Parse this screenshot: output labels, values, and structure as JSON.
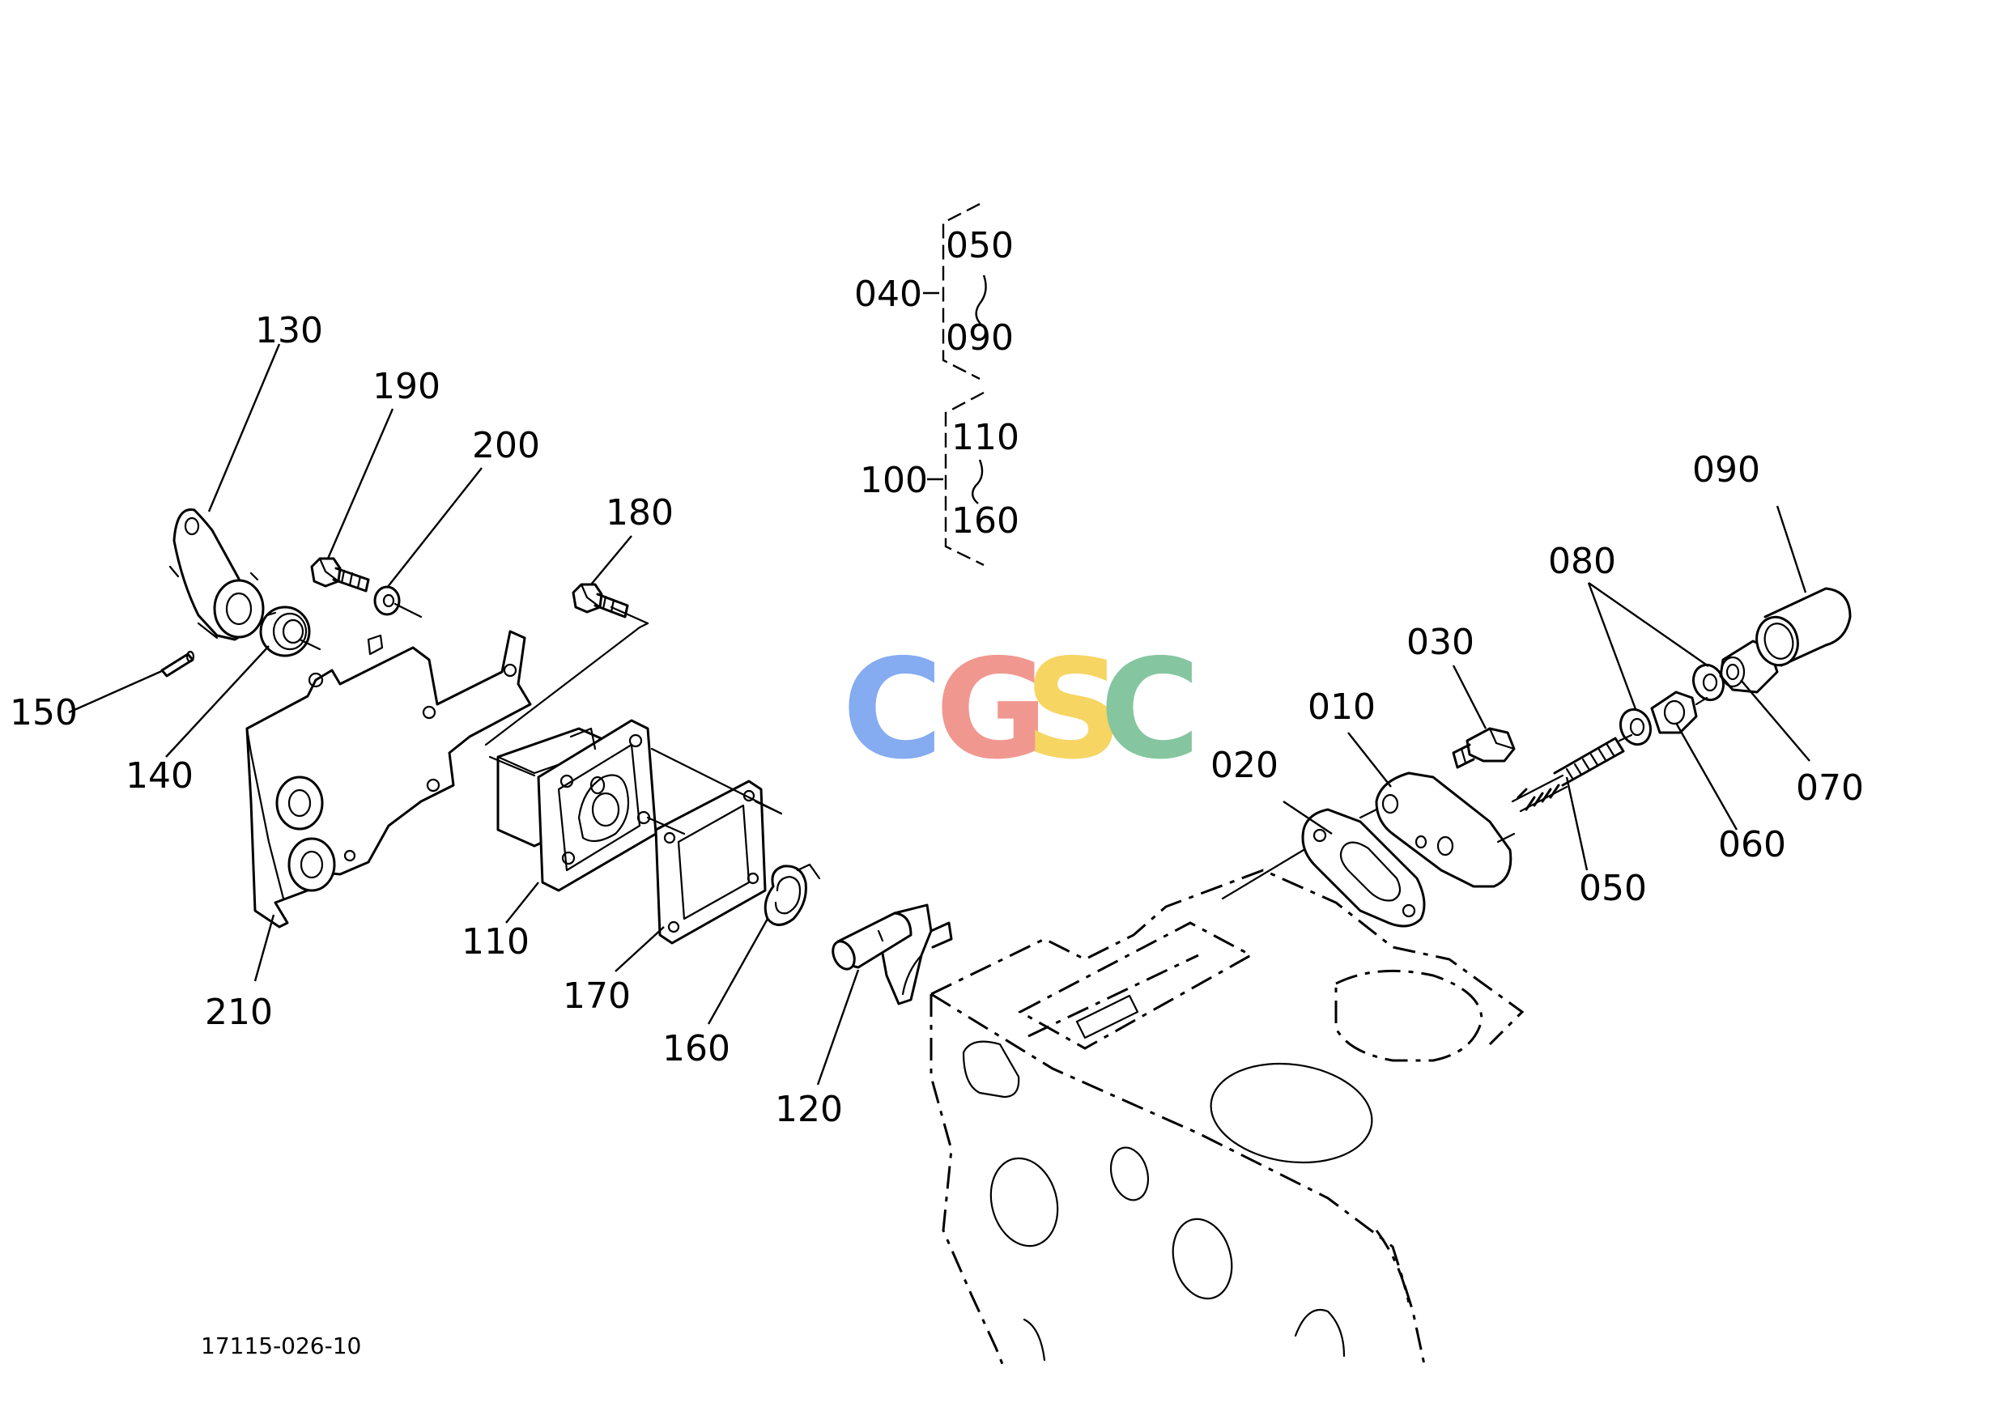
{
  "drawing_number": "17115-026-10",
  "watermark": {
    "letters": [
      {
        "char": "C",
        "color": "#7fa7f0"
      },
      {
        "char": "G",
        "color": "#f0938b"
      },
      {
        "char": "S",
        "color": "#f6d35a"
      },
      {
        "char": "C",
        "color": "#7fc49c"
      }
    ]
  },
  "assembly_brackets": [
    {
      "parent": "040",
      "from": "050",
      "to": "090"
    },
    {
      "parent": "100",
      "from": "110",
      "to": "160"
    }
  ],
  "callouts": {
    "p010": "010",
    "p020": "020",
    "p030": "030",
    "p050": "050",
    "p060": "060",
    "p070": "070",
    "p080": "080",
    "p090": "090",
    "p110": "110",
    "p120": "120",
    "p130": "130",
    "p140": "140",
    "p150": "150",
    "p160": "160",
    "p170": "170",
    "p180": "180",
    "p190": "190",
    "p200": "200",
    "p210": "210"
  }
}
